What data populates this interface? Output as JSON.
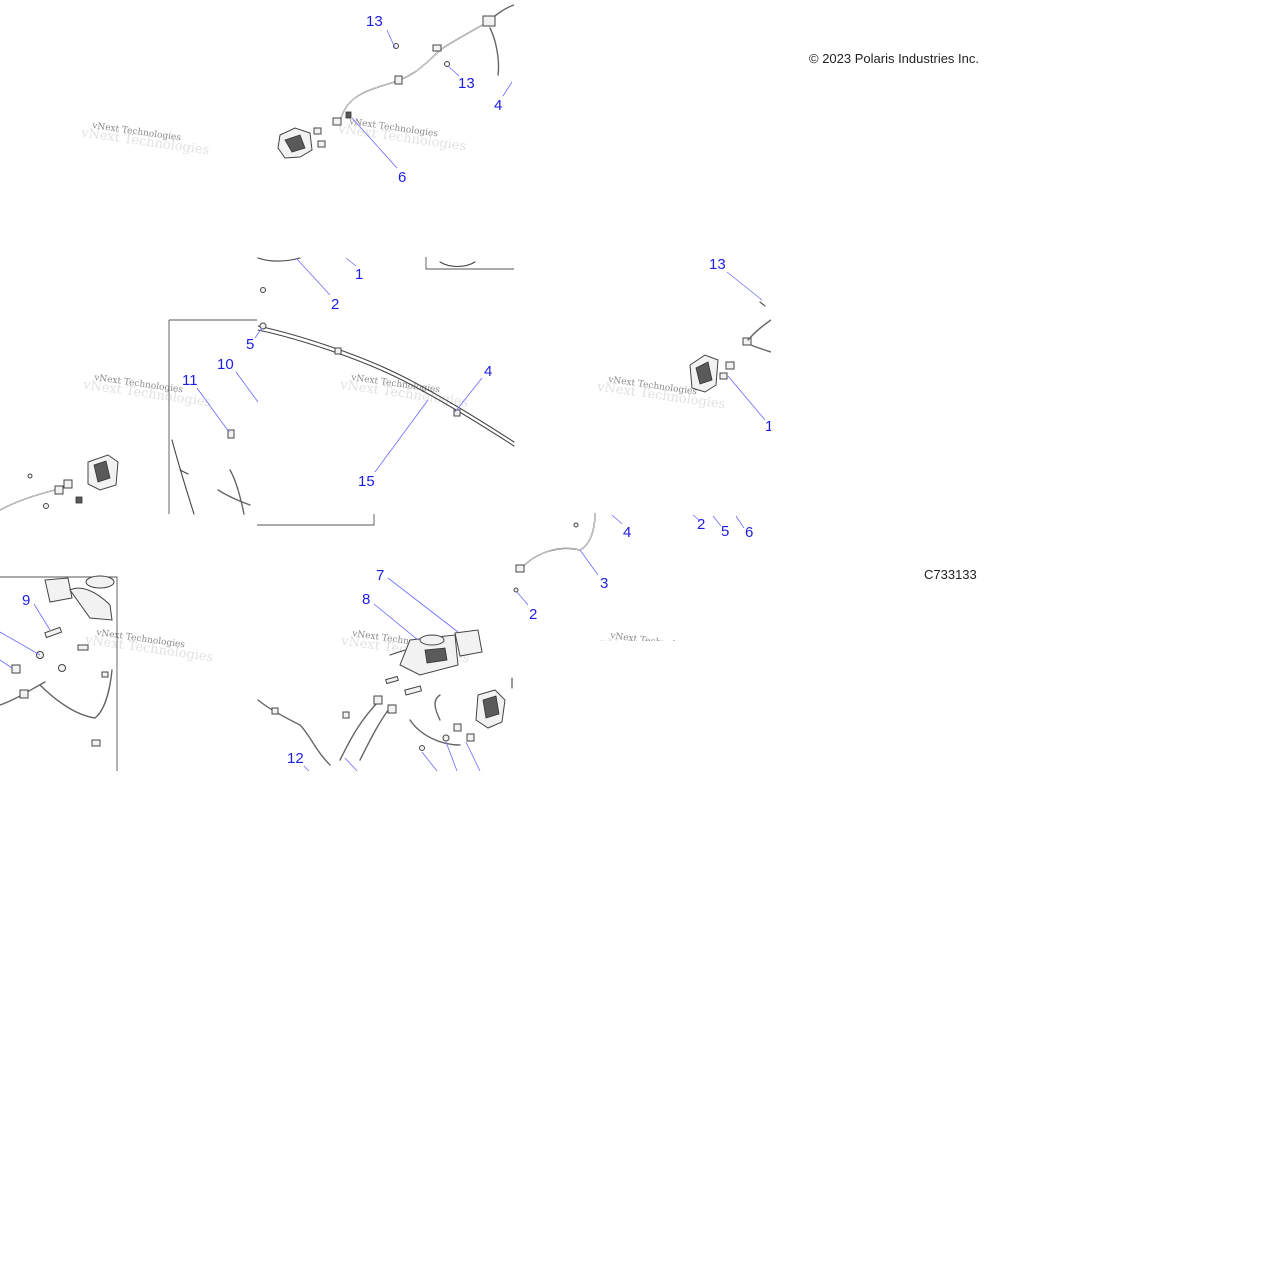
{
  "copyright": "© 2023 Polaris Industries Inc.",
  "diagram_code": "C733133",
  "watermark_text": "vNext Technologies",
  "callouts": [
    {
      "id": "c1",
      "text": "13"
    },
    {
      "id": "c2",
      "text": "13"
    },
    {
      "id": "c3",
      "text": "4"
    },
    {
      "id": "c4",
      "text": "6"
    },
    {
      "id": "c5",
      "text": "1"
    },
    {
      "id": "c6",
      "text": "2"
    },
    {
      "id": "c7",
      "text": "5"
    },
    {
      "id": "c8",
      "text": "4"
    },
    {
      "id": "c9",
      "text": "15"
    },
    {
      "id": "c10",
      "text": "10"
    },
    {
      "id": "c11",
      "text": "11"
    },
    {
      "id": "c12",
      "text": "13"
    },
    {
      "id": "c13",
      "text": "1"
    },
    {
      "id": "c14",
      "text": "4"
    },
    {
      "id": "c15",
      "text": "2"
    },
    {
      "id": "c16",
      "text": "5"
    },
    {
      "id": "c17",
      "text": "6"
    },
    {
      "id": "c18",
      "text": "3"
    },
    {
      "id": "c19",
      "text": "2"
    },
    {
      "id": "c20",
      "text": "7"
    },
    {
      "id": "c21",
      "text": "8"
    },
    {
      "id": "c22",
      "text": "9"
    },
    {
      "id": "c23",
      "text": "12"
    }
  ],
  "colors": {
    "callout": "#1d1de0",
    "leader": "#6a6aff",
    "line_art": "#444444",
    "watermark": "#8a8a8a"
  }
}
